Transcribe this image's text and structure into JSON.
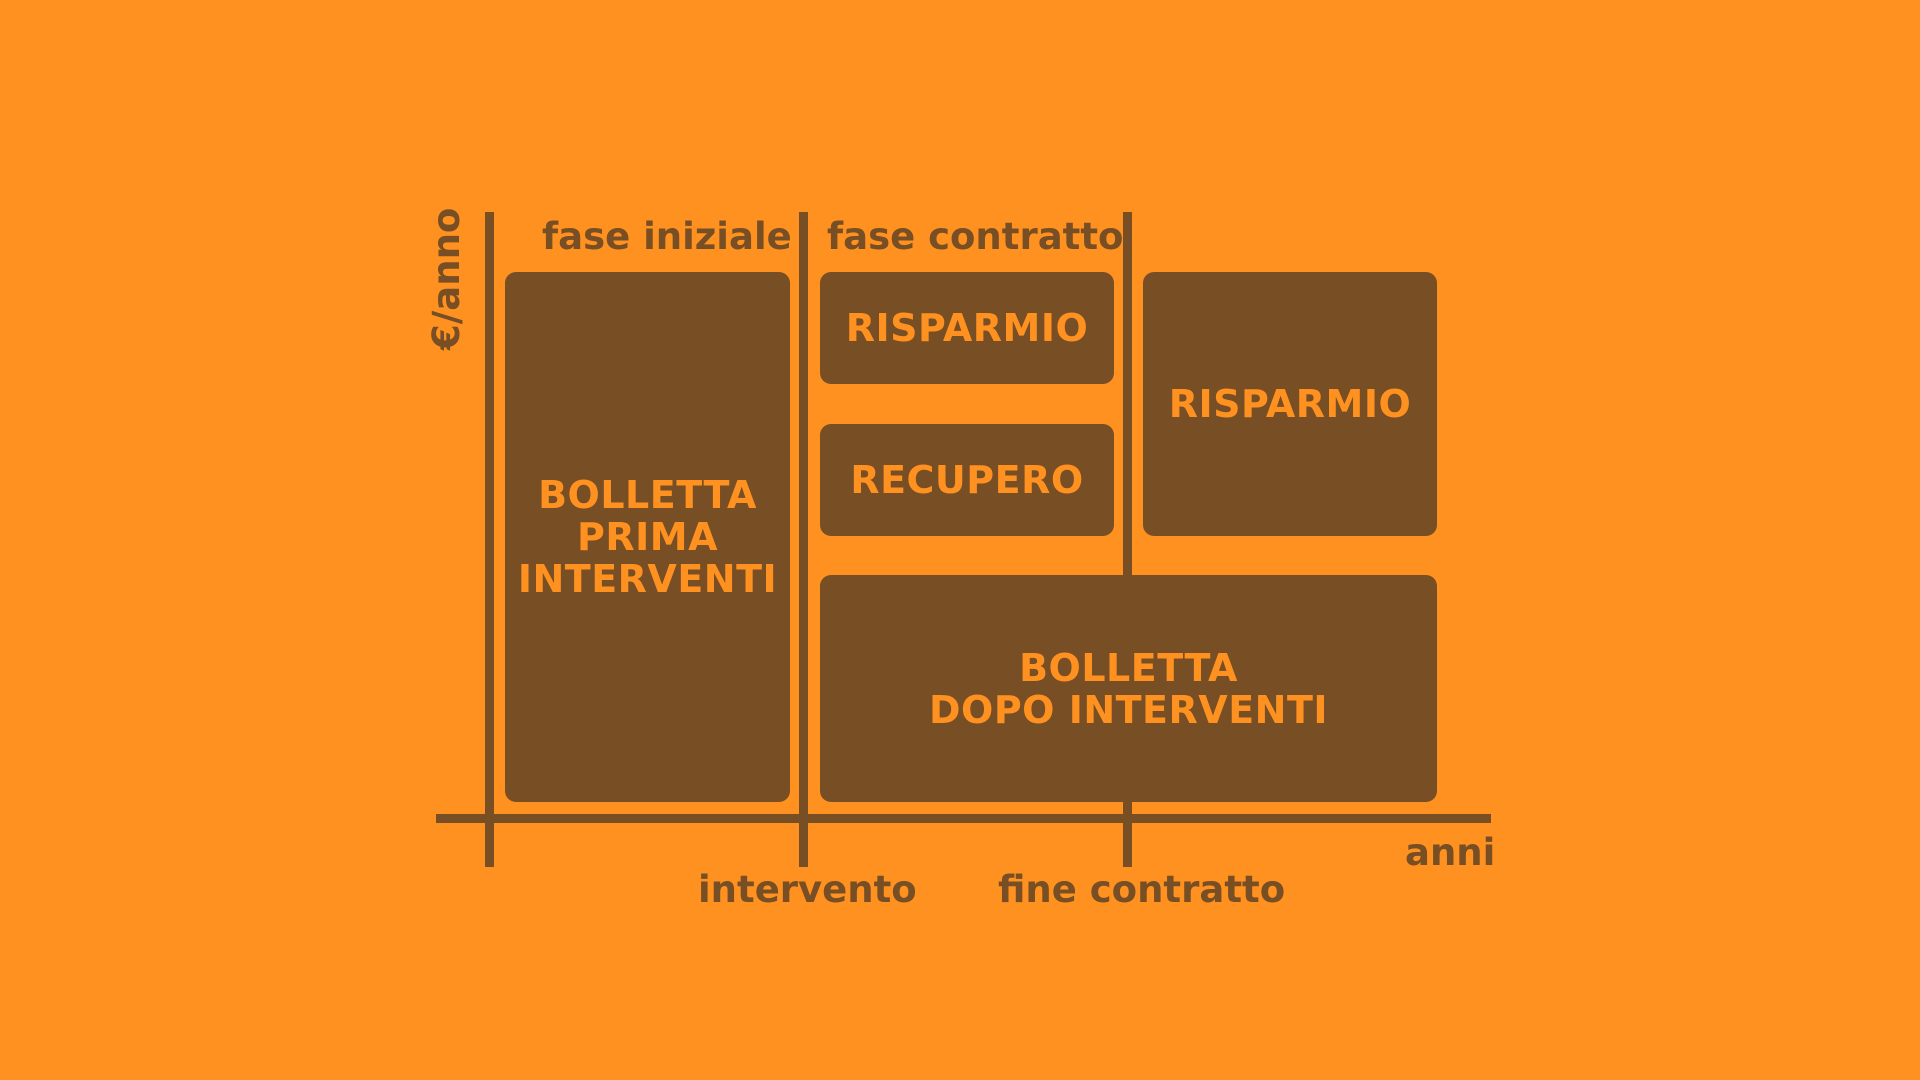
{
  "colors": {
    "background": "#FF9120",
    "ink": "#784E24"
  },
  "axes": {
    "y_label": "€/anno",
    "x_label": "anni"
  },
  "phases": {
    "initial": "fase iniziale",
    "contract": "fase contratto"
  },
  "milestones": {
    "intervention": "intervento",
    "contract_end": "fine contratto"
  },
  "blocks": {
    "bill_before": "BOLLETTA\nPRIMA\nINTERVENTI",
    "saving_contract": "RISPARMIO",
    "recovery": "RECUPERO",
    "saving_after": "RISPARMIO",
    "bill_after": "BOLLETTA\nDOPO INTERVENTI"
  }
}
